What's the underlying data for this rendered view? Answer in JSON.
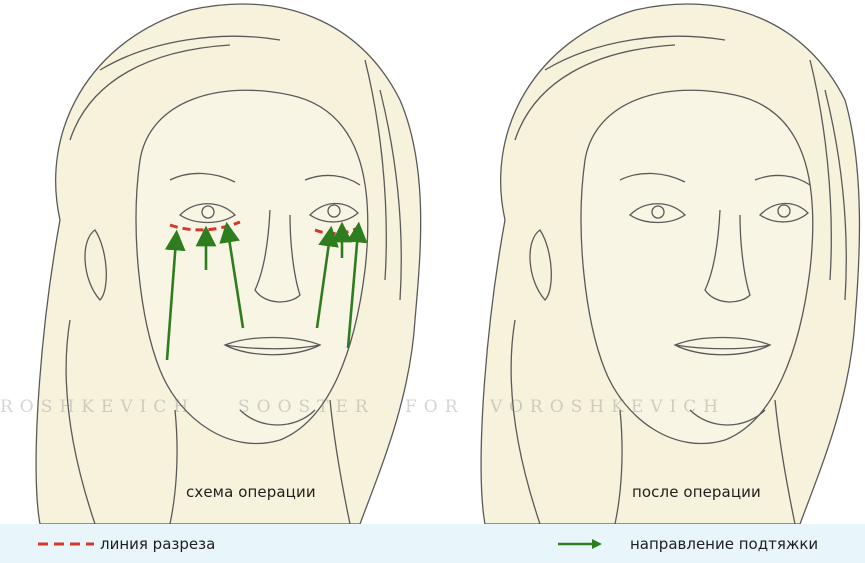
{
  "captions": {
    "before": "схема операции",
    "after": "после операции"
  },
  "legend": {
    "incision_label": "линия разреза",
    "direction_label": "направление подтяжки"
  },
  "watermark": {
    "left": "ROSHKEVICH",
    "center": "SOOSTER",
    "mid": "FOR",
    "right": "VOROSHKEVICH"
  },
  "colors": {
    "incision": "#d8362b",
    "arrow": "#2e7d1f",
    "skin": "#f7f2dc",
    "sketch_line": "#5a5a5a",
    "legend_background": "#e8f5fb"
  }
}
